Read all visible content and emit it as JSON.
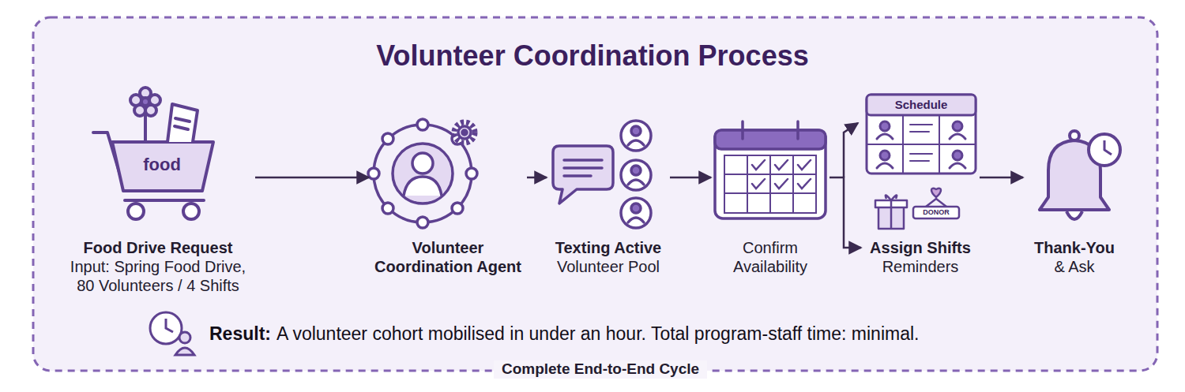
{
  "diagram": {
    "title": "Volunteer Coordination Process",
    "caption": "Complete End-to-End Cycle",
    "nodes": [
      {
        "text": [
          "Food Drive Request",
          "Input: Spring Food Drive, 80 Volunteers / 4 Shifts"
        ]
      },
      {
        "text": [
          "Volunteer Coordination Agent"
        ]
      },
      {
        "text": [
          "Texting Active",
          "Volunteer Pool"
        ]
      },
      {
        "text": [
          "Confirm Availability"
        ]
      },
      {
        "text": [
          "Assign Shifts",
          "Reminders"
        ]
      },
      {
        "text": [
          "Thank-You",
          "& Ask"
        ]
      }
    ],
    "edges": [
      {
        "from": 0,
        "to": 1,
        "arrow": "to"
      },
      {
        "from": 1,
        "to": 2,
        "arrow": "to"
      },
      {
        "from": 2,
        "to": 3,
        "arrow": "to"
      },
      {
        "from": 3,
        "to": 4,
        "arrow": "to"
      },
      {
        "from": 4,
        "to": 5,
        "arrow": "to"
      }
    ],
    "labels": [
      "food",
      "Schedule",
      "DONOR",
      "Result:",
      "A volunteer cohort mobilised in under an hour. Total program-staff time: minimal."
    ]
  }
}
